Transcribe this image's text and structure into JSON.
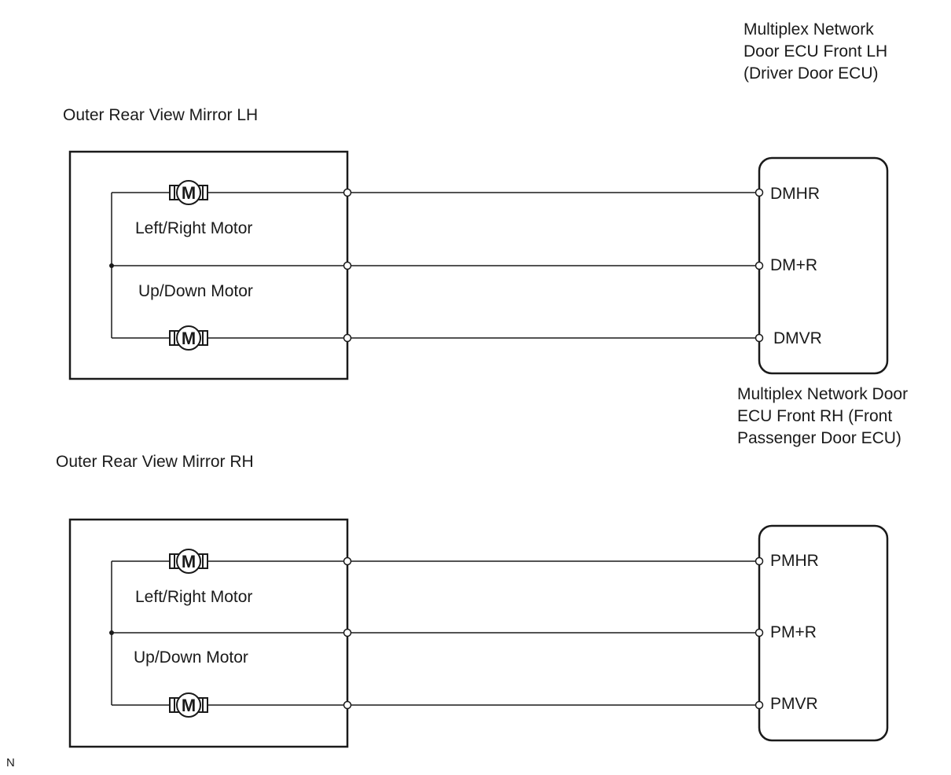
{
  "title_lh_ecu": [
    "Multiplex Network",
    "Door ECU Front LH",
    "(Driver Door ECU)"
  ],
  "title_rh_ecu": [
    "Multiplex Network Door",
    "ECU Front RH (Front",
    "Passenger Door ECU)"
  ],
  "mirror_lh": {
    "label": "Outer Rear View Mirror LH",
    "motor_lr_label": "Left/Right Motor",
    "motor_ud_label": "Up/Down Motor",
    "motor_symbol": "M"
  },
  "mirror_rh": {
    "label": "Outer Rear View Mirror RH",
    "motor_lr_label": "Left/Right Motor",
    "motor_ud_label": "Up/Down Motor",
    "motor_symbol": "M"
  },
  "ecu_lh_pins": [
    "DMHR",
    "DM+R",
    "DMVR"
  ],
  "ecu_rh_pins": [
    "PMHR",
    "PM+R",
    "PMVR"
  ],
  "corner_mark": "N",
  "colors": {
    "line": "#1a1a1a",
    "background": "#ffffff"
  }
}
